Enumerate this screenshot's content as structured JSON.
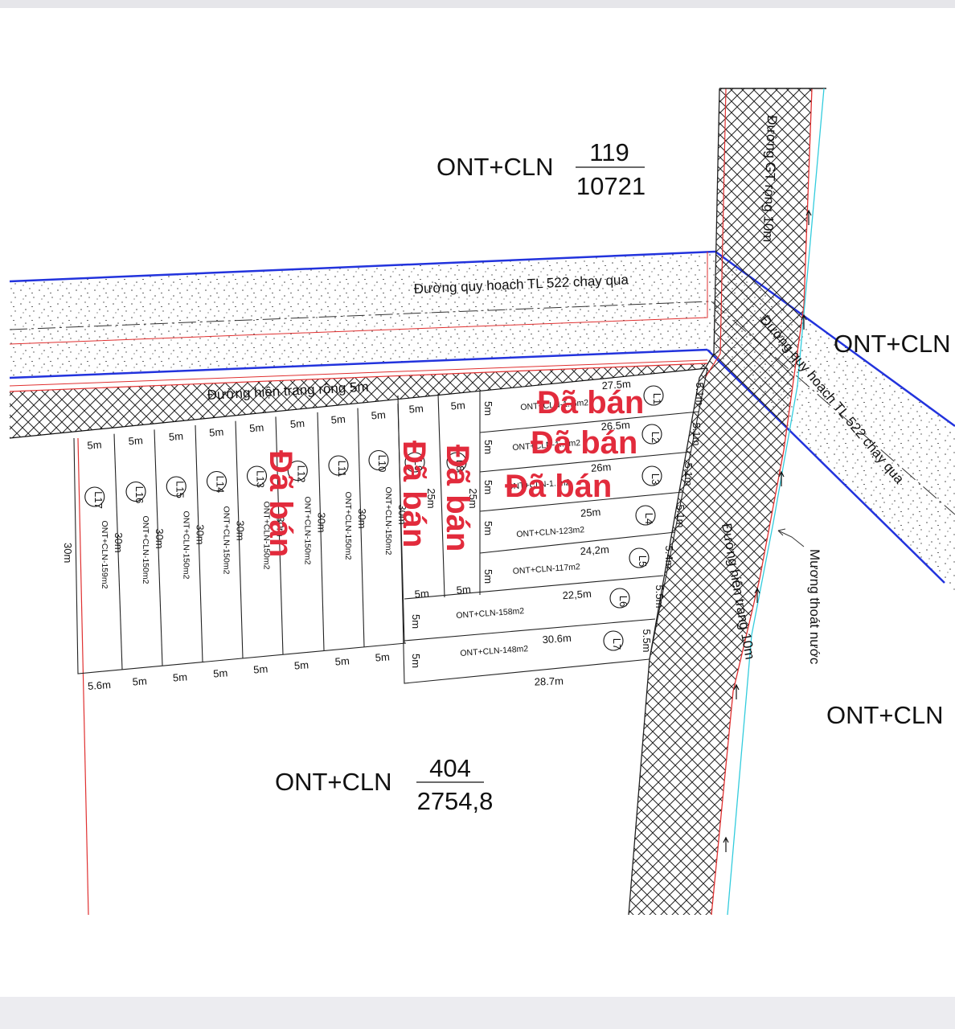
{
  "parcels": {
    "north": {
      "type": "ONT+CLN",
      "number": "119",
      "area": "10721"
    },
    "south": {
      "type": "ONT+CLN",
      "number": "404",
      "area": "2754,8"
    },
    "east_upper": {
      "type": "ONT+CLN"
    },
    "east_lower": {
      "type": "ONT+CLN"
    }
  },
  "roads": {
    "planned_tl522_west": "Đường quy hoạch TL 522 chạy qua",
    "planned_tl522_east": "Đường quy hoạch TL 522 chạy qua",
    "existing_5m": "Đường hiện trạng rộng 5m",
    "gt_10m": "Đường GT rộng 10m",
    "existing_10m": "Đường hiện trạng 10m",
    "drain": "Mương thoát nước"
  },
  "sold_label": "Đã bán",
  "left_depth": "30m",
  "lots_vertical": [
    {
      "id": "L17",
      "area": "ONT+CLN-159m2",
      "length": "30m",
      "front": "5m",
      "back": "5.6m"
    },
    {
      "id": "L16",
      "area": "ONT+CLN-150m2",
      "length": "30m",
      "front": "5m",
      "back": "5m"
    },
    {
      "id": "L15",
      "area": "ONT+CLN-150m2",
      "length": "30m",
      "front": "5m",
      "back": "5m"
    },
    {
      "id": "L14",
      "area": "ONT+CLN-150m2",
      "length": "30m",
      "front": "5m",
      "back": "5m"
    },
    {
      "id": "L13",
      "area": "ONT+CLN-150m2",
      "length": "30m",
      "front": "5m",
      "back": "5m",
      "sold": true
    },
    {
      "id": "L12",
      "area": "ONT+CLN-150m2",
      "length": "30m",
      "front": "5m",
      "back": "5m"
    },
    {
      "id": "L11",
      "area": "ONT+CLN-150m2",
      "length": "30m",
      "front": "5m",
      "back": "5m"
    },
    {
      "id": "L10",
      "area": "ONT+CLN-150m2",
      "length": "30m",
      "front": "5m",
      "back": "5m"
    }
  ],
  "lots_narrow": [
    {
      "id": "L9",
      "length": "25m",
      "front": "5m",
      "back": "5m",
      "sold": true
    },
    {
      "id": "L8",
      "length": "25m",
      "front": "5m",
      "back": "5m",
      "sold": true
    }
  ],
  "lots_horizontal": [
    {
      "id": "L1",
      "area": "ONT+CLN-1..5m2",
      "length": "27.5m",
      "width": "5.1m",
      "front": "5m",
      "sold": true
    },
    {
      "id": "L2",
      "area": "ONT+CLN-1..1m2",
      "length": "26.5m",
      "width": "5.1m",
      "front": "5m",
      "sold": true
    },
    {
      "id": "L3",
      "area": "ONT+CLN-1..m2",
      "length": "26m",
      "width": "5.1m",
      "front": "5m",
      "sold": true
    },
    {
      "id": "L4",
      "area": "ONT+CLN-123m2",
      "length": "25m",
      "width": "5.1m",
      "front": "5m"
    },
    {
      "id": "L5",
      "area": "ONT+CLN-117m2",
      "length": "24,2m",
      "width": "5.4m",
      "front": "5m"
    },
    {
      "id": "L6",
      "area": "ONT+CLN-158m2",
      "length": "22,5m",
      "width": "5.5m",
      "front": "5m"
    },
    {
      "id": "L7",
      "area": "ONT+CLN-148m2",
      "length": "30.6m",
      "width": "5.5m",
      "front": "5m",
      "back": "28.7m"
    }
  ],
  "colors": {
    "sold": "#e22b3c",
    "planned_road_edge": "#2233dd",
    "boundary": "#e03030",
    "canal": "#33ccdd"
  }
}
